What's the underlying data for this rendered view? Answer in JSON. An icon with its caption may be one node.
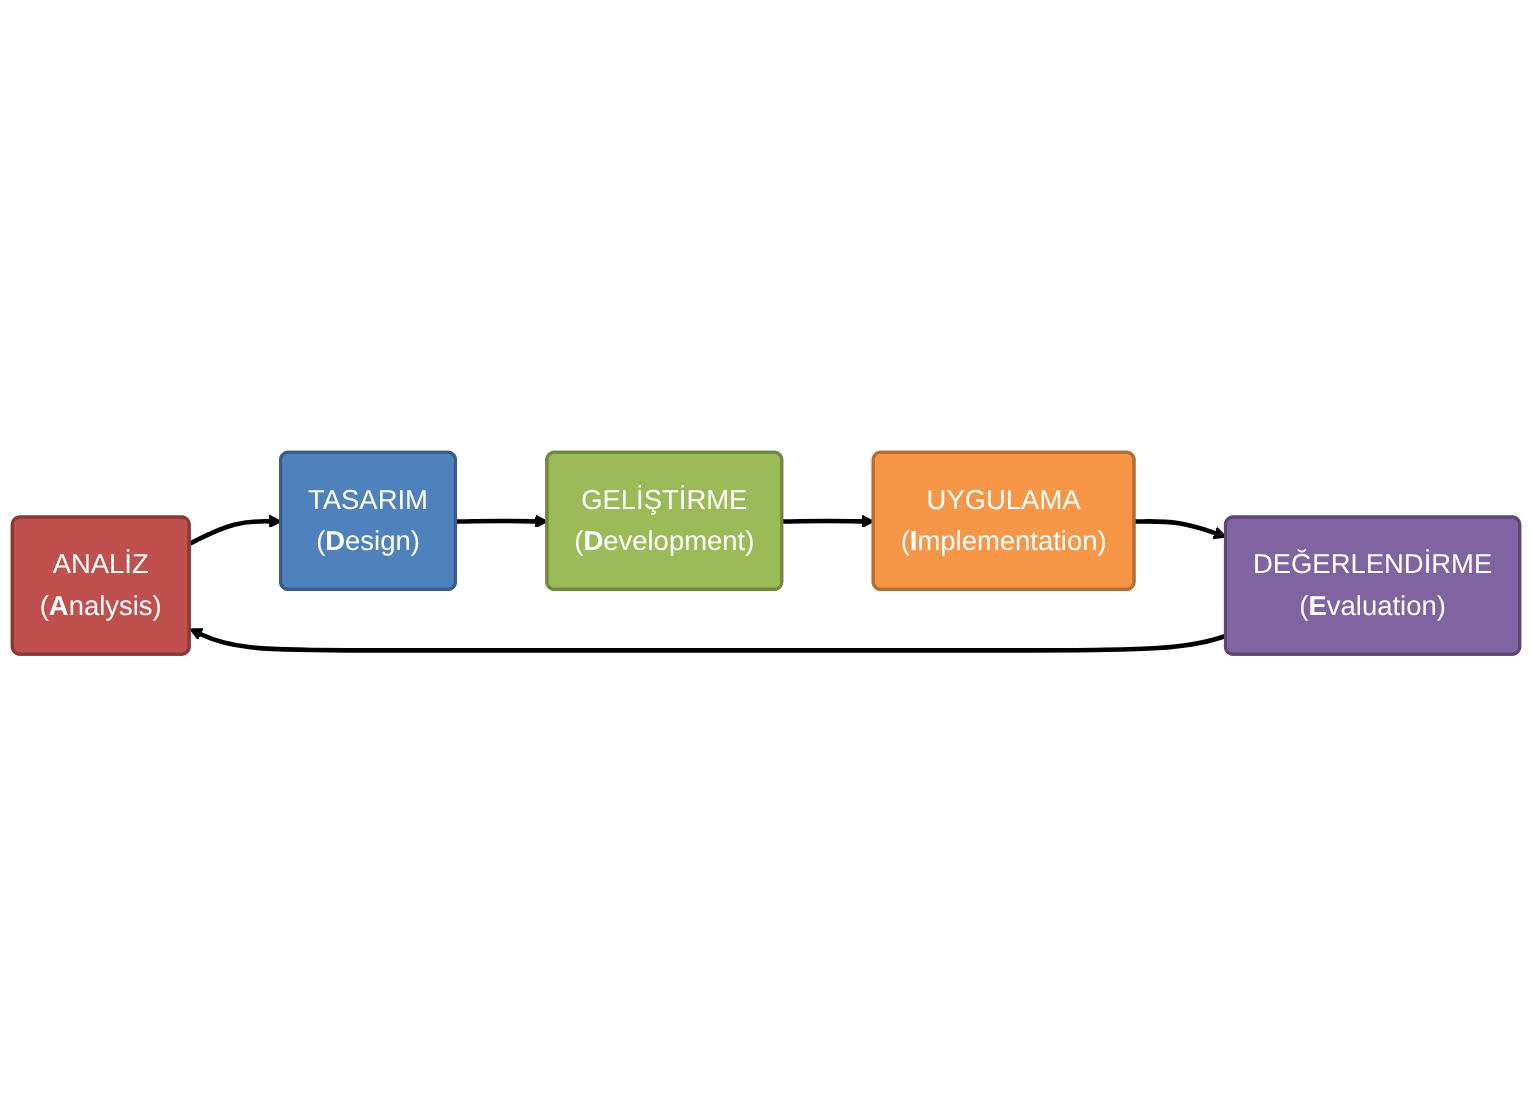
{
  "diagram": {
    "nodes": [
      {
        "text": [
          "ANALİZ",
          "(**A**nalysis)"
        ]
      },
      {
        "text": [
          "TASARIM",
          "(**D**esign)"
        ]
      },
      {
        "text": [
          "GELİŞTİRME",
          "(**D**evelopment)"
        ]
      },
      {
        "text": [
          "UYGULAMA",
          "(**I**mplementation)"
        ]
      },
      {
        "text": [
          "DEĞERLENDİRME",
          "(**E**valuation)"
        ]
      }
    ],
    "edges": [
      {
        "from": 0,
        "to": 1,
        "arrow": "to"
      },
      {
        "from": 1,
        "to": 2,
        "arrow": "to"
      },
      {
        "from": 2,
        "to": 3,
        "arrow": "to"
      },
      {
        "from": 3,
        "to": 4,
        "arrow": "to"
      },
      {
        "from": 4,
        "to": 0,
        "arrow": "to"
      }
    ]
  }
}
